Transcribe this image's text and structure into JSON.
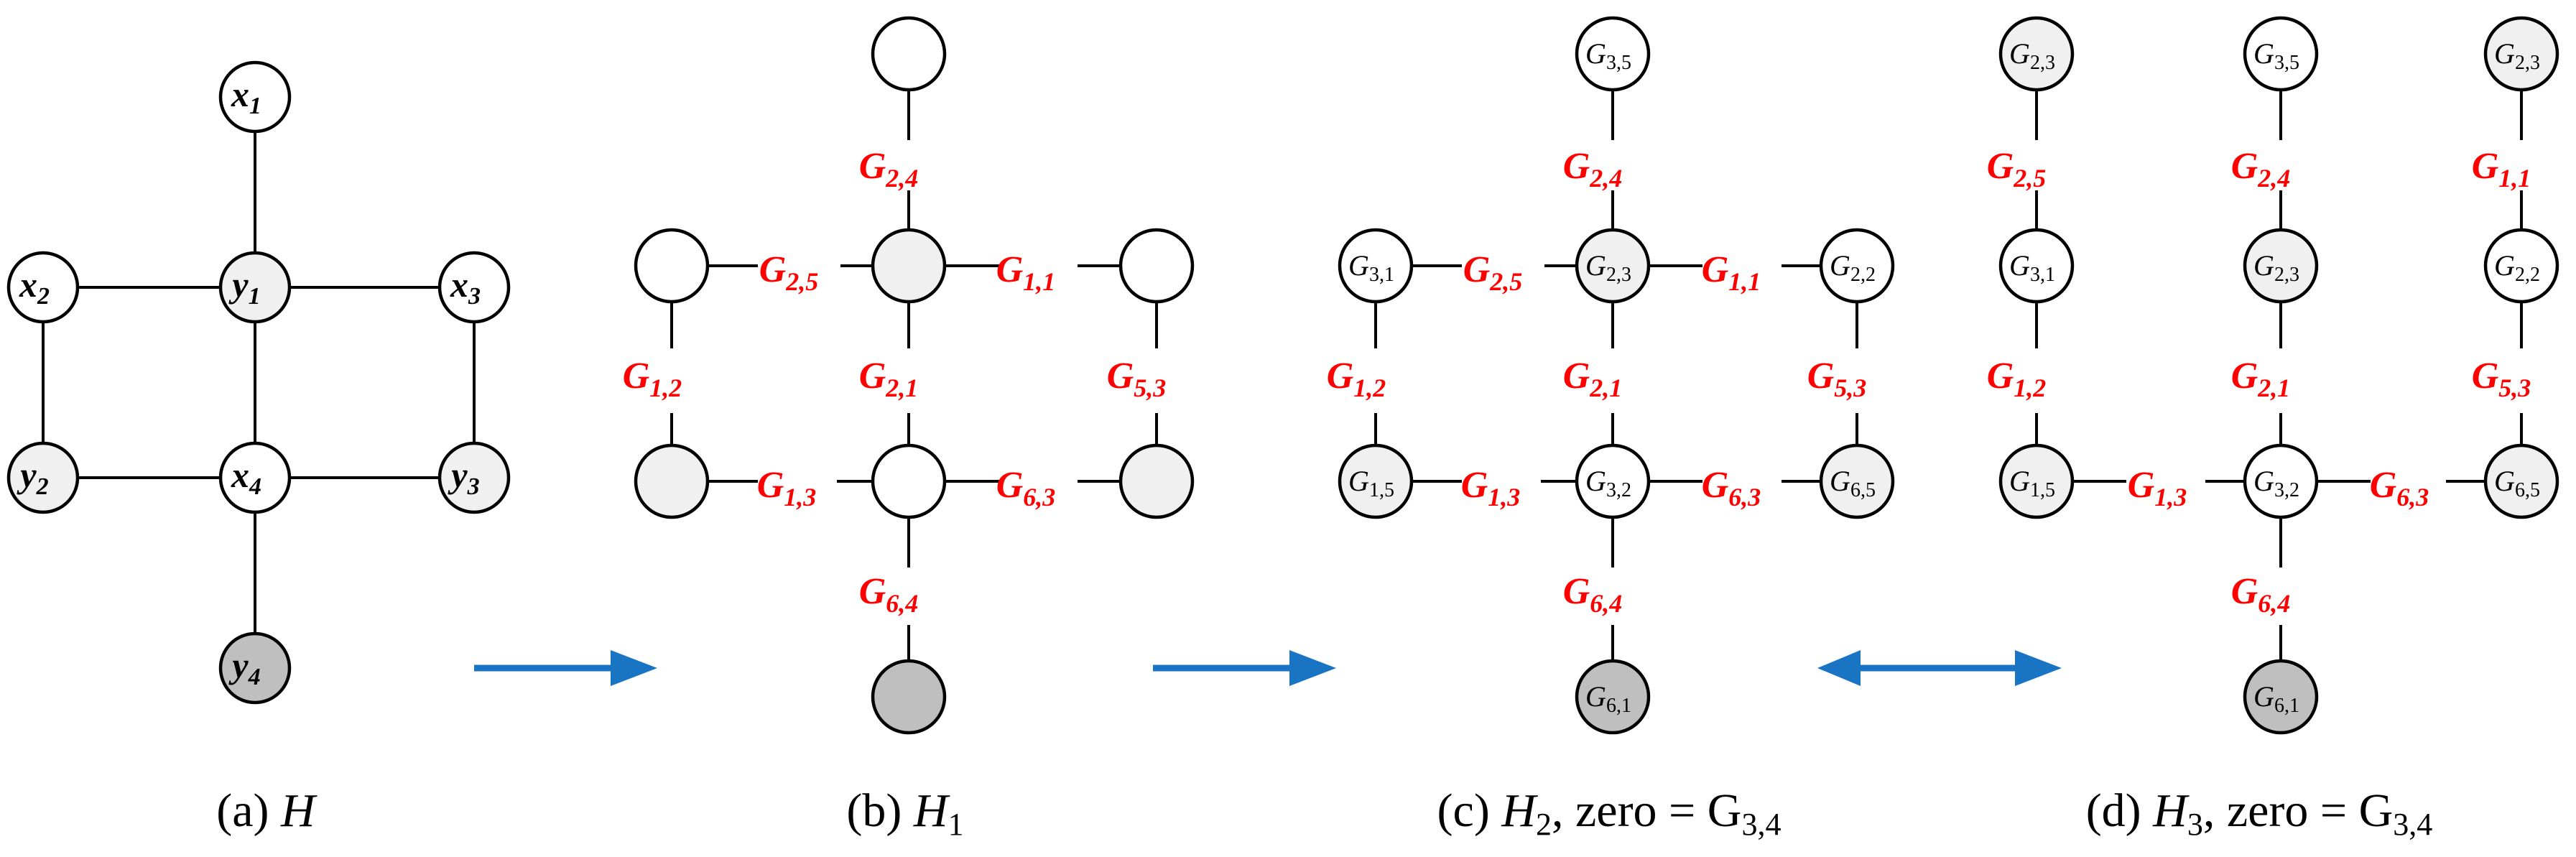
{
  "panels": {
    "a": {
      "caption": {
        "prefix": "(a) ",
        "name": "H",
        "sub": "",
        "rest": "",
        "rest_sub": ""
      },
      "nodes": {
        "x1": {
          "base": "x",
          "sub": "1"
        },
        "x2": {
          "base": "x",
          "sub": "2"
        },
        "y1": {
          "base": "y",
          "sub": "1"
        },
        "x3": {
          "base": "x",
          "sub": "3"
        },
        "y2": {
          "base": "y",
          "sub": "2"
        },
        "x4": {
          "base": "x",
          "sub": "4"
        },
        "y3": {
          "base": "y",
          "sub": "3"
        },
        "y4": {
          "base": "y",
          "sub": "4"
        }
      }
    },
    "b": {
      "caption": {
        "prefix": "(b) ",
        "name": "H",
        "sub": "1",
        "rest": "",
        "rest_sub": ""
      },
      "edges": {
        "top": {
          "base": "G",
          "sub": "2,4"
        },
        "left_top": {
          "base": "G",
          "sub": "2,5"
        },
        "right_top": {
          "base": "G",
          "sub": "1,1"
        },
        "left_vert": {
          "base": "G",
          "sub": "1,2"
        },
        "center_vert": {
          "base": "G",
          "sub": "2,1"
        },
        "right_vert": {
          "base": "G",
          "sub": "5,3"
        },
        "left_bottom": {
          "base": "G",
          "sub": "1,3"
        },
        "right_bottom": {
          "base": "G",
          "sub": "6,3"
        },
        "bottom": {
          "base": "G",
          "sub": "6,4"
        }
      }
    },
    "c": {
      "caption": {
        "prefix": "(c) ",
        "name": "H",
        "sub": "2",
        "rest": ", zero = G",
        "rest_sub": "3,4"
      },
      "nodes": {
        "top": {
          "base": "G",
          "sub": "3,5"
        },
        "left_top": {
          "base": "G",
          "sub": "3,1"
        },
        "center_top": {
          "base": "G",
          "sub": "2,3"
        },
        "right_top": {
          "base": "G",
          "sub": "2,2"
        },
        "left_bottom": {
          "base": "G",
          "sub": "1,5"
        },
        "center_bottom": {
          "base": "G",
          "sub": "3,2"
        },
        "right_bottom": {
          "base": "G",
          "sub": "6,5"
        },
        "bottom": {
          "base": "G",
          "sub": "6,1"
        }
      },
      "edges": {
        "top": {
          "base": "G",
          "sub": "2,4"
        },
        "left_top": {
          "base": "G",
          "sub": "2,5"
        },
        "right_top": {
          "base": "G",
          "sub": "1,1"
        },
        "left_vert": {
          "base": "G",
          "sub": "1,2"
        },
        "center_vert": {
          "base": "G",
          "sub": "2,1"
        },
        "right_vert": {
          "base": "G",
          "sub": "5,3"
        },
        "left_bottom": {
          "base": "G",
          "sub": "1,3"
        },
        "right_bottom": {
          "base": "G",
          "sub": "6,3"
        },
        "bottom": {
          "base": "G",
          "sub": "6,4"
        }
      }
    },
    "d": {
      "caption": {
        "prefix": "(d) ",
        "name": "H",
        "sub": "3",
        "rest": ", zero = G",
        "rest_sub": "3,4"
      },
      "nodes": {
        "left_1": {
          "base": "G",
          "sub": "2,3"
        },
        "center_1": {
          "base": "G",
          "sub": "3,5"
        },
        "right_1": {
          "base": "G",
          "sub": "2,3"
        },
        "left_2": {
          "base": "G",
          "sub": "3,1"
        },
        "center_2": {
          "base": "G",
          "sub": "2,3"
        },
        "right_2": {
          "base": "G",
          "sub": "2,2"
        },
        "left_3": {
          "base": "G",
          "sub": "1,5"
        },
        "center_3": {
          "base": "G",
          "sub": "3,2"
        },
        "right_3": {
          "base": "G",
          "sub": "6,5"
        },
        "center_4": {
          "base": "G",
          "sub": "6,1"
        }
      },
      "edges": {
        "left_12": {
          "base": "G",
          "sub": "2,5"
        },
        "center_12": {
          "base": "G",
          "sub": "2,4"
        },
        "right_12": {
          "base": "G",
          "sub": "1,1"
        },
        "left_23": {
          "base": "G",
          "sub": "1,2"
        },
        "center_23": {
          "base": "G",
          "sub": "2,1"
        },
        "right_23": {
          "base": "G",
          "sub": "5,3"
        },
        "h_left": {
          "base": "G",
          "sub": "1,3"
        },
        "h_right": {
          "base": "G",
          "sub": "6,3"
        },
        "center_34": {
          "base": "G",
          "sub": "6,4"
        }
      }
    }
  },
  "colors": {
    "edge_label": "#ff0000",
    "arrow": "#1a74c4",
    "node_white": "#ffffff",
    "node_light": "#f0f0f0",
    "node_dark": "#bfbfbf"
  }
}
